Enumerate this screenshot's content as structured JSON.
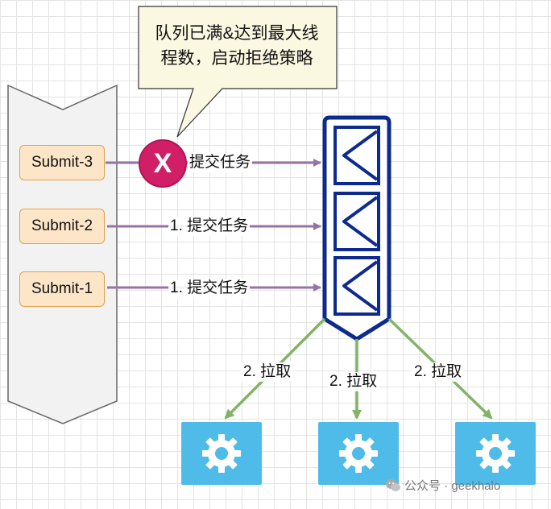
{
  "callout": {
    "line1": "队列已满&达到最大线",
    "line2": "程数，启动拒绝策略"
  },
  "submits": [
    {
      "label": "Submit-3"
    },
    {
      "label": "Submit-2"
    },
    {
      "label": "Submit-1"
    }
  ],
  "reject_mark": "X",
  "edges": {
    "submit3_label": "提交任务",
    "submit2_label": "1. 提交任务",
    "submit1_label": "1. 提交任务",
    "pull_left": "2. 拉取",
    "pull_mid": "2. 拉取",
    "pull_right": "2. 拉取"
  },
  "watermark": {
    "text": "公众号 · geekhalo",
    "icon": "wechat-icon"
  },
  "colors": {
    "queue": "#0d2b8e",
    "submit_arrow": "#9673a6",
    "pull_arrow": "#82b366",
    "reject": "#d11f67",
    "worker": "#4fbbe9"
  }
}
